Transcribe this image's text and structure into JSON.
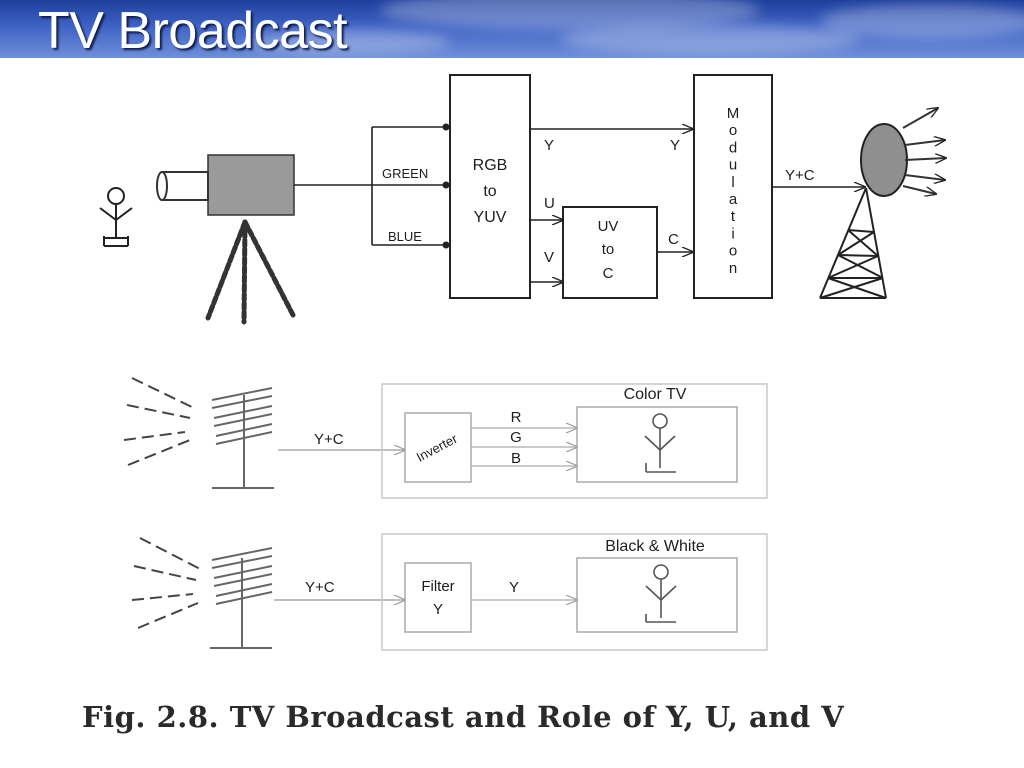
{
  "slide": {
    "title": "TV Broadcast"
  },
  "caption": "Fig. 2.8. TV Broadcast and Role of Y, U, and V",
  "transmitter": {
    "signal_green": "GREEN",
    "signal_blue": "BLUE",
    "rgb_to_yuv": [
      "RGB",
      "to",
      "YUV"
    ],
    "y_out": "Y",
    "u_out": "U",
    "v_out": "V",
    "y_in_mod": "Y",
    "uv_to_c": [
      "UV",
      "to",
      "C"
    ],
    "c_out": "C",
    "modulation_letters": [
      "M",
      "o",
      "d",
      "u",
      "l",
      "a",
      "t",
      "i",
      "o",
      "n"
    ],
    "mod_output": "Y+C"
  },
  "color_receiver": {
    "signal": "Y+C",
    "inverter": "Inverter",
    "outputs": [
      "R",
      "G",
      "B"
    ],
    "tv_label": "Color TV"
  },
  "bw_receiver": {
    "signal": "Y+C",
    "filter": [
      "Filter",
      "Y"
    ],
    "output": "Y",
    "tv_label": "Black & White"
  }
}
